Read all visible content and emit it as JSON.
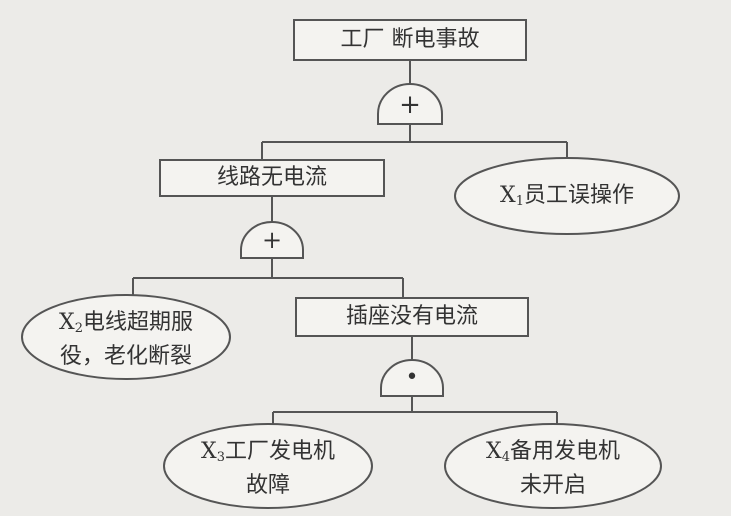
{
  "top_event": {
    "label": "工厂 断电事故",
    "gate": "+"
  },
  "mid_event_1": {
    "label": "线路无电流",
    "gate": "+"
  },
  "basic_x1": {
    "var": "X",
    "sub": "1",
    "text": "员工误操作"
  },
  "basic_x2": {
    "var": "X",
    "sub": "2",
    "line1": "电线超期服",
    "line2": "役，老化断裂"
  },
  "mid_event_2": {
    "label": "插座没有电流",
    "gate": "•"
  },
  "basic_x3": {
    "var": "X",
    "sub": "3",
    "line1": "工厂发电机",
    "line2": "故障"
  },
  "basic_x4": {
    "var": "X",
    "sub": "4",
    "line1": "备用发电机",
    "line2": "未开启"
  },
  "colors": {
    "background": "#ecebe8",
    "stroke": "#555555",
    "fill": "#f4f3f0"
  }
}
